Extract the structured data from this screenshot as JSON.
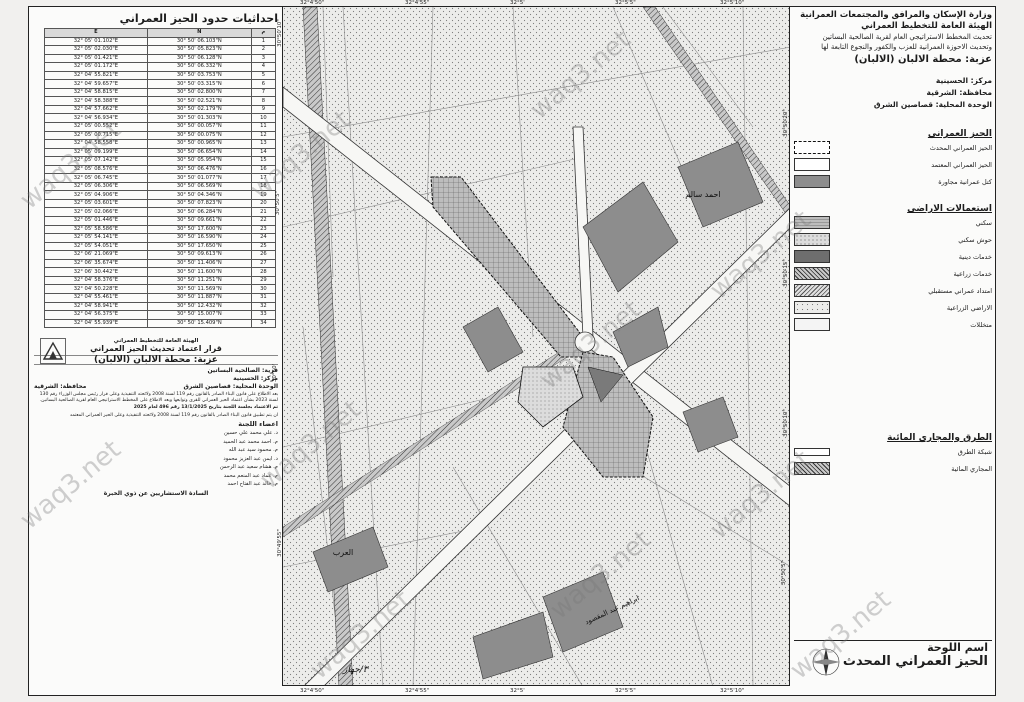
{
  "coords": {
    "title": "احداثيات حدود الحيز العمراني",
    "headers": [
      "E",
      "N",
      "م"
    ],
    "rows": [
      [
        "32° 05' 01.102\"E",
        "30° 50' 06.103\"N",
        "1"
      ],
      [
        "32° 05' 02.030\"E",
        "30° 50' 05.823\"N",
        "2"
      ],
      [
        "32° 05' 01.421\"E",
        "30° 50' 06.128\"N",
        "3"
      ],
      [
        "32° 05' 01.172\"E",
        "30° 50' 06.332\"N",
        "4"
      ],
      [
        "32° 04' 55.821\"E",
        "30° 50' 03.753\"N",
        "5"
      ],
      [
        "32° 04' 59.657\"E",
        "30° 50' 03.315\"N",
        "6"
      ],
      [
        "32° 04' 58.815\"E",
        "30° 50' 02.800\"N",
        "7"
      ],
      [
        "32° 04' 58.388\"E",
        "30° 50' 02.521\"N",
        "8"
      ],
      [
        "32° 04' 57.662\"E",
        "30° 50' 02.179\"N",
        "9"
      ],
      [
        "32° 04' 56.934\"E",
        "30° 50' 01.303\"N",
        "10"
      ],
      [
        "32° 05' 00.552\"E",
        "30° 50' 00.057\"N",
        "11"
      ],
      [
        "32° 05' 00.715\"E",
        "30° 50' 00.075\"N",
        "12"
      ],
      [
        "32° 04' 58.558\"E",
        "30° 50' 00.965\"N",
        "13"
      ],
      [
        "32° 05' 09.199\"E",
        "30° 50' 06.654\"N",
        "14"
      ],
      [
        "32° 05' 07.142\"E",
        "30° 50' 05.954\"N",
        "15"
      ],
      [
        "32° 05' 08.576\"E",
        "30° 50' 06.476\"N",
        "16"
      ],
      [
        "32° 05' 06.745\"E",
        "30° 50' 01.077\"N",
        "17"
      ],
      [
        "32° 05' 06.306\"E",
        "30° 50' 06.569\"N",
        "18"
      ],
      [
        "32° 05' 04.906\"E",
        "30° 50' 04.346\"N",
        "19"
      ],
      [
        "32° 05' 03.601\"E",
        "30° 50' 07.823\"N",
        "20"
      ],
      [
        "32° 05' 02.066\"E",
        "30° 50' 06.284\"N",
        "21"
      ],
      [
        "32° 05' 01.446\"E",
        "30° 50' 09.661\"N",
        "22"
      ],
      [
        "32° 05' 58.586\"E",
        "30° 50' 17.600\"N",
        "23"
      ],
      [
        "32° 05' 54.141\"E",
        "30° 50' 16.590\"N",
        "24"
      ],
      [
        "32° 05' 54.051\"E",
        "30° 50' 17.650\"N",
        "25"
      ],
      [
        "32° 06' 21.069\"E",
        "30° 50' 09.613\"N",
        "26"
      ],
      [
        "32° 06' 35.674\"E",
        "30° 50' 11.406\"N",
        "27"
      ],
      [
        "32° 06' 30.442\"E",
        "30° 50' 11.600\"N",
        "28"
      ],
      [
        "32° 04' 58.376\"E",
        "30° 50' 11.251\"N",
        "29"
      ],
      [
        "32° 04' 50.228\"E",
        "30° 50' 11.569\"N",
        "30"
      ],
      [
        "32° 04' 55.461\"E",
        "30° 50' 11.887\"N",
        "31"
      ],
      [
        "32° 04' 58.941\"E",
        "30° 50' 12.432\"N",
        "32"
      ],
      [
        "32° 04' 56.375\"E",
        "30° 50' 15.007\"N",
        "33"
      ],
      [
        "32° 04' 55.939\"E",
        "30° 50' 15.409\"N",
        "34"
      ]
    ]
  },
  "decision": {
    "authority": "الهيئة العامة للتخطيط العمراني",
    "title": "قرار اعتماد تحديث الحيز العمراني",
    "village": "عزبة: محطة الالبان (الالبان)",
    "qarya_label": "قرية: الصالحية البساتين",
    "markaz_label": "مركز: الحسينية",
    "wahda_label": "الوحدة المحلية: قصاصين الشرق",
    "muhafaza_label": "محافظة: الشرقية",
    "p1": "بعد الاطلاع على قانون البناء الصادر بالقانون رقم 119 لسنة 2008 ولائحته التنفيذية وعلى قرار رئيس مجلس الوزراء رقم 130 لسنة 2023 بشأن اعتماد الحيز العمراني للقرى وتوابعها وبعد الاطلاع على المخطط الاستراتيجي العام لقرية الصالحية البساتين.",
    "p2": "تم الاعتماد بجلسة اللجنة بتاريخ 13/1/2025 رقم 496 لعام 2025",
    "p3": "ان يتم تطبيق قانون البناء الصادر بالقانون رقم 119 لسنة 2008 ولائحته التنفيذية وعلى الحيز العمراني المعتمد",
    "members_title": "اعضاء اللجنة",
    "members": [
      "د. علي محمد علي حسين",
      "م. احمد محمد عبد الحميد",
      "م. محمود سيد عبد الله",
      "د. ايمن عبد العزيز محمود",
      "م. هشام سعيد عبد الرحمن",
      "م. عماد عبد المنعم محمد",
      "م. خالد عبد الفتاح احمد"
    ],
    "signature_note": "السادة الاستشاريين عن ذوي الخبرة"
  },
  "map": {
    "top_ticks": [
      "32°4'50\"",
      "32°4'55\"",
      "32°5'",
      "32°5'5\"",
      "32°5'10\""
    ],
    "bottom_ticks": [
      "32°4'50\"",
      "32°4'55\"",
      "32°5'",
      "32°5'5\"",
      "32°5'10\""
    ],
    "left_ticks": [
      "30°50'10\"",
      "30°50'5\"",
      "30°50'",
      "30°49'55\""
    ],
    "right_ticks": [
      "30°50'20\"",
      "30°50'15\"",
      "30°50'10\"",
      "30°50'5\""
    ],
    "labels": [
      "احمد سالم",
      "العرب",
      "ابراهيم عبد المقصود"
    ],
    "handwritten": "٣/جهاز"
  },
  "rpanel": {
    "ministry": "وزارة الإسكان والمرافق والمجتمعات العمرانية",
    "authority": "الهيئة العامة للتخطيط العمراني",
    "project1": "تحديث المخطط الاستراتيجي العام لقرية الصالحية البساتين",
    "project2": "وتحديث الاحوزة العمرانية للعزب والكفور والنجوع التابعة لها",
    "village": "عزبة: محطة الالبان (الالبان)",
    "markaz": "مركز: الحسينية",
    "muhafaza": "محافظة: الشرقية",
    "wahda": "الوحدة المحلية: قصاصين الشرق",
    "legend_hayz_title": "الحيز العمراني",
    "legend_hayz": [
      {
        "label": "الحيز العمراني المحدث",
        "style": "dashed"
      },
      {
        "label": "الحيز العمراني المعتمد",
        "style": "plain"
      },
      {
        "label": "كتل عمرانية مجاورة",
        "style": "dark"
      }
    ],
    "landuse_title": "استعمالات الاراضى",
    "landuse": [
      {
        "label": "سكني",
        "style": "res"
      },
      {
        "label": "حوش سكني",
        "style": "yard"
      },
      {
        "label": "خدمات دينية",
        "style": "rel"
      },
      {
        "label": "خدمات زراعية",
        "style": "agr"
      },
      {
        "label": "امتداد عمراني مستقبلي",
        "style": "ext"
      },
      {
        "label": "الاراضي الزراعية",
        "style": "farm"
      },
      {
        "label": "متخللات",
        "style": "gap"
      }
    ],
    "roads_title": "الطرق والمجاري المائية",
    "roads": [
      {
        "label": "شبكة الطرق",
        "style": "road"
      },
      {
        "label": "المجاري المائية",
        "style": "water"
      }
    ],
    "sheet_name_label": "اسم اللوحة",
    "sheet_name": "الحيز العمراني المحدث"
  },
  "watermark": "waq3.net"
}
